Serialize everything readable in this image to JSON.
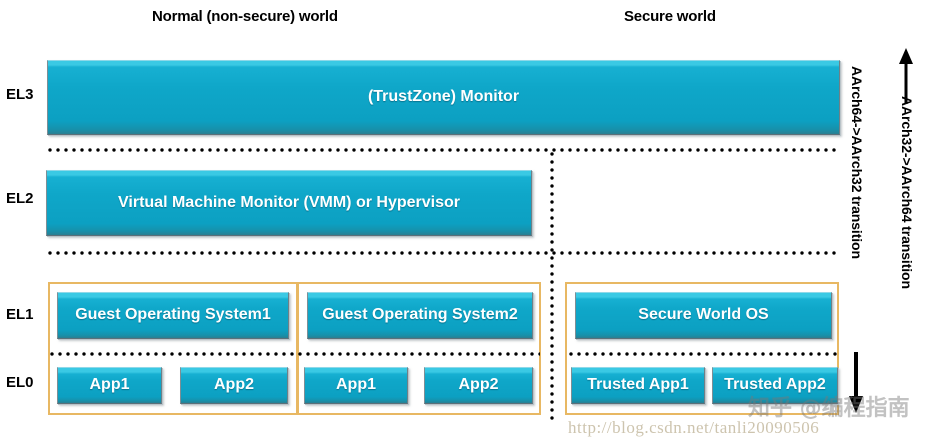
{
  "diagram": {
    "headings": {
      "normal_world": "Normal (non-secure) world",
      "secure_world": "Secure world"
    },
    "exception_levels": [
      {
        "id": "el3",
        "label": "EL3"
      },
      {
        "id": "el2",
        "label": "EL2"
      },
      {
        "id": "el1",
        "label": "EL1"
      },
      {
        "id": "el0",
        "label": "EL0"
      }
    ],
    "boxes": {
      "monitor": "(TrustZone) Monitor",
      "vmm": "Virtual Machine Monitor (VMM) or Hypervisor",
      "guest_os_1": "Guest Operating System1",
      "guest_os_2": "Guest Operating System2",
      "secure_os": "Secure World OS",
      "vm1_app1": "App1",
      "vm1_app2": "App2",
      "vm2_app1": "App1",
      "vm2_app2": "App2",
      "trusted_app_1": "Trusted App1",
      "trusted_app_2": "Trusted App2"
    },
    "transitions": [
      {
        "id": "aarch64-to-aarch32",
        "label": "AArch64->AArch32 transition",
        "direction": "down"
      },
      {
        "id": "aarch32-to-aarch64",
        "label": "AArch32->AArch64 transition",
        "direction": "up"
      }
    ],
    "watermarks": {
      "zhihu": "知乎 @编程指南",
      "url": "http://blog.csdn.net/tanli20090506"
    },
    "colors": {
      "box_fill": "#0ca0c2",
      "box_highlight": "#3ac9e4",
      "group_border": "#e8b863",
      "text_on_box": "#ffffff",
      "separator": "#000000",
      "background": "#ffffff"
    }
  }
}
